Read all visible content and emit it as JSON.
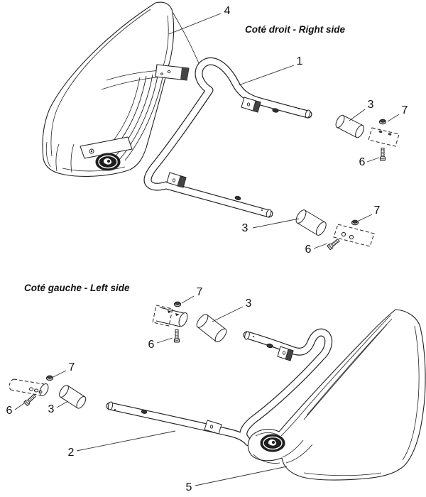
{
  "diagram": {
    "kind": "exploded-parts-drawing",
    "background": "#ffffff",
    "line_color": "#222222"
  },
  "titles": {
    "right": "Coté droit - Right side",
    "left": "Coté gauche - Left side"
  },
  "callouts": [
    {
      "part": "right-fender",
      "label": "4"
    },
    {
      "part": "right-frame",
      "label": "1"
    },
    {
      "part": "spacer-top",
      "label": "3"
    },
    {
      "part": "nut-top",
      "label": "7"
    },
    {
      "part": "bolt-top",
      "label": "6"
    },
    {
      "part": "nut-mid",
      "label": "7"
    },
    {
      "part": "spacer-mid",
      "label": "3"
    },
    {
      "part": "bolt-mid",
      "label": "6"
    },
    {
      "part": "nut-left-a",
      "label": "7"
    },
    {
      "part": "spacer-left-a",
      "label": "3"
    },
    {
      "part": "bolt-left-a",
      "label": "6"
    },
    {
      "part": "nut-left-b",
      "label": "7"
    },
    {
      "part": "bolt-left-b",
      "label": "6"
    },
    {
      "part": "spacer-left-b",
      "label": "3"
    },
    {
      "part": "left-frame",
      "label": "2"
    },
    {
      "part": "left-fender",
      "label": "5"
    }
  ]
}
